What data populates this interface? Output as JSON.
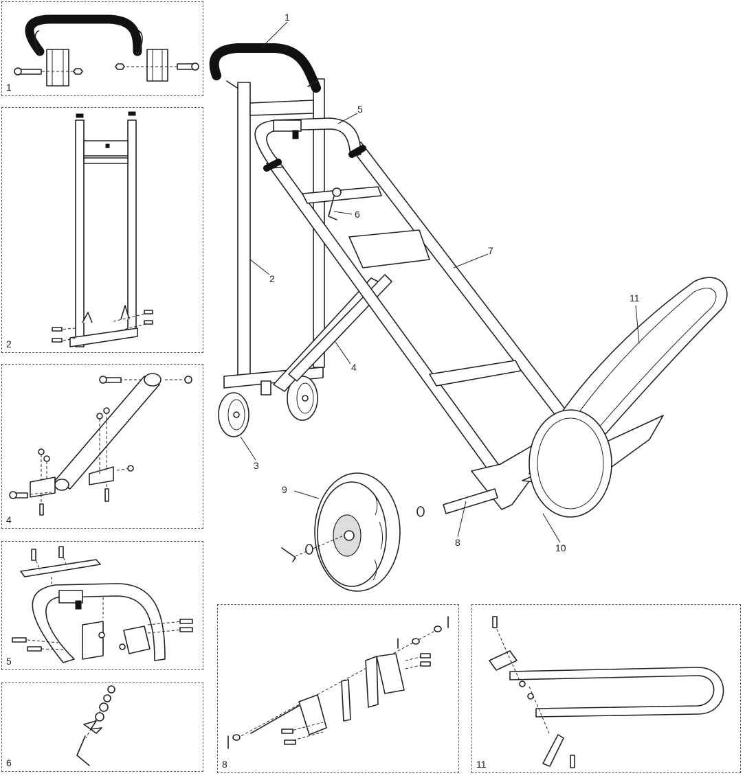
{
  "panels": [
    {
      "id": "panel-1",
      "label": "1"
    },
    {
      "id": "panel-2",
      "label": "2"
    },
    {
      "id": "panel-4",
      "label": "4"
    },
    {
      "id": "panel-5",
      "label": "5"
    },
    {
      "id": "panel-6",
      "label": "6"
    },
    {
      "id": "panel-8",
      "label": "8"
    },
    {
      "id": "panel-11",
      "label": "11"
    }
  ],
  "callouts": {
    "c1": "1",
    "c2": "2",
    "c3": "3",
    "c4": "4",
    "c5": "5",
    "c6": "6",
    "c7": "7",
    "c8": "8",
    "c9": "9",
    "c10": "10",
    "c11": "11"
  }
}
